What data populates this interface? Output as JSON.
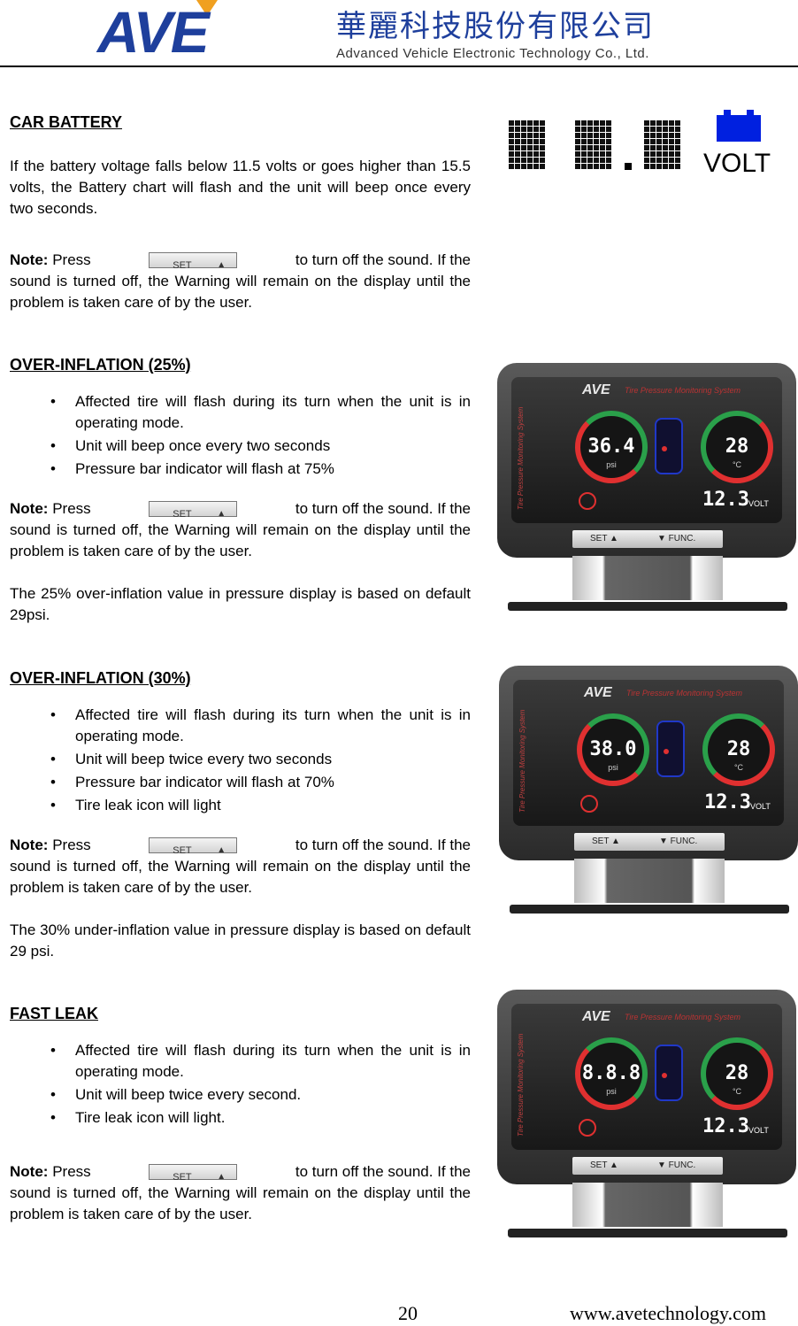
{
  "header": {
    "logo": "AVE",
    "company_cn": "華麗科技股份有限公司",
    "company_en": "Advanced Vehicle Electronic Technology Co., Ltd."
  },
  "sections": {
    "battery": {
      "heading": "CAR BATTERY",
      "para": "If the battery voltage falls below 11.5 volts or goes higher than 15.5 volts, the Battery chart will flash and the unit will beep once every two seconds.",
      "note_label": "Note:",
      "note_press": "Press",
      "note_after": "to turn off the sound. If the",
      "note_rest": "sound is turned off, the Warning will remain on the display until the problem is taken care of by the user.",
      "volt_label": "VOLT"
    },
    "over25": {
      "heading": "OVER-INFLATION (25%)",
      "bullets": [
        "Affected tire will flash during its turn when the unit is in operating mode.",
        "Unit will beep once every two seconds",
        "Pressure bar indicator will flash at 75%"
      ],
      "note_label": "Note:",
      "note_press": "Press",
      "note_after": "to turn off the sound.  If the",
      "note_rest": "sound is turned off, the Warning will remain on the display until the problem is taken care of by the user.",
      "extra": "The 25% over-inflation value in pressure display is based on default 29psi."
    },
    "over30": {
      "heading": "OVER-INFLATION (30%)",
      "bullets": [
        "Affected tire will flash during its turn when the unit is in operating mode.",
        "Unit will beep twice every two seconds",
        "Pressure bar indicator will flash at 70%",
        "Tire leak icon will light"
      ],
      "note_label": "Note:",
      "note_press": "Press",
      "note_after": "to turn off the sound.  If the",
      "note_rest": "sound is turned off, the Warning will remain on the display until the problem is taken care of by the user.",
      "extra": "The 30% under-inflation value in pressure display is based on default 29 psi."
    },
    "fastleak": {
      "heading": "FAST LEAK",
      "bullets": [
        "Affected tire will flash during its turn when the unit is in operating mode.",
        "Unit will beep twice every second.",
        "Tire leak icon will light."
      ],
      "note_label": "Note:",
      "note_press": "Press",
      "note_after": "to turn off the sound.  If the",
      "note_rest": "sound is turned off, the Warning will remain on the display until the problem is taken care of by the user."
    }
  },
  "set_button": {
    "label": "SET",
    "arrow": "▲"
  },
  "devices": [
    {
      "brand": "AVE",
      "subtitle": "Tire Pressure Monitoring System",
      "side": "Tire Pressure Monitoring System",
      "pressure": "36.4",
      "pressure_unit": "psi",
      "temp": "28",
      "temp_unit": "°C",
      "volt": "12.3",
      "volt_unit": "VOLT",
      "btn_set": "SET ▲",
      "btn_func": "▼ FUNC."
    },
    {
      "brand": "AVE",
      "subtitle": "Tire Pressure Monitoring System",
      "side": "Tire Pressure Monitoring System",
      "pressure": "38.0",
      "pressure_unit": "psi",
      "temp": "28",
      "temp_unit": "°C",
      "volt": "12.3",
      "volt_unit": "VOLT",
      "btn_set": "SET ▲",
      "btn_func": "▼ FUNC."
    },
    {
      "brand": "AVE",
      "subtitle": "Tire Pressure Monitoring System",
      "side": "Tire Pressure Monitoring System",
      "pressure": "8.8.8",
      "pressure_unit": "psi",
      "temp": "28",
      "temp_unit": "°C",
      "volt": "12.3",
      "volt_unit": "VOLT",
      "btn_set": "SET ▲",
      "btn_func": "▼ FUNC."
    }
  ],
  "footer": {
    "page": "20",
    "website": "www.avetechnology.com"
  }
}
